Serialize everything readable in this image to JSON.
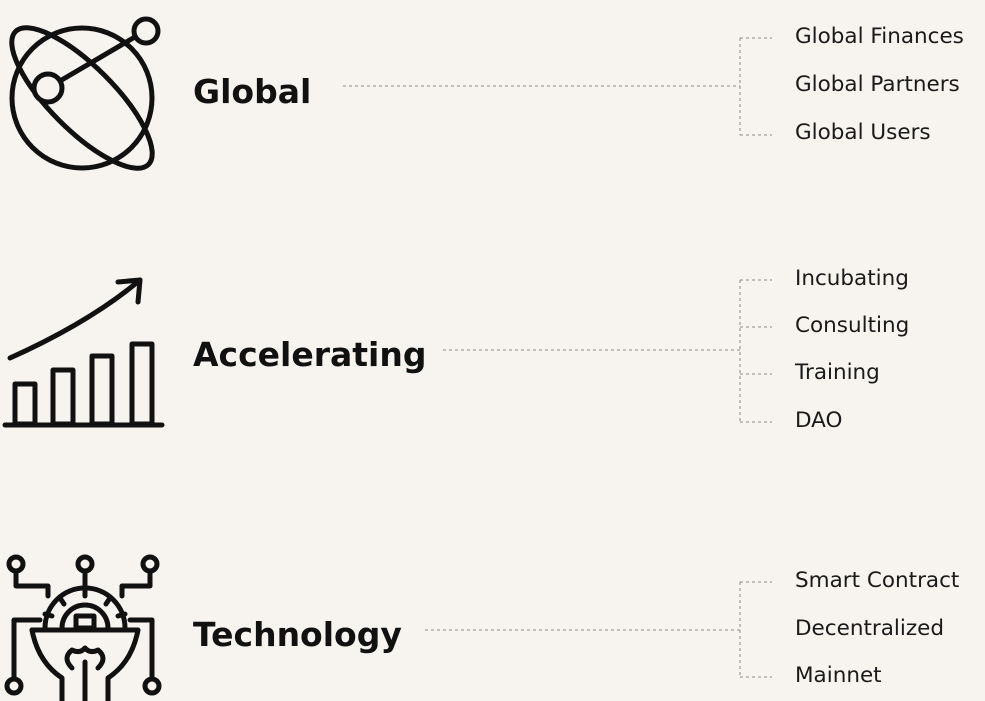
{
  "categories": [
    {
      "title": "Global",
      "icon": "globe-orbit-icon",
      "items": [
        "Global Finances",
        "Global Partners",
        "Global Users"
      ]
    },
    {
      "title": "Accelerating",
      "icon": "growth-chart-icon",
      "items": [
        "Incubating",
        "Consulting",
        "Training",
        "DAO"
      ]
    },
    {
      "title": "Technology",
      "icon": "gear-lightbulb-circuit-icon",
      "items": [
        "Smart Contract",
        "Decentralized",
        "Mainnet"
      ]
    }
  ],
  "colors": {
    "background": "#f7f4ef",
    "ink": "#111111",
    "connector": "#8a8a8a"
  }
}
